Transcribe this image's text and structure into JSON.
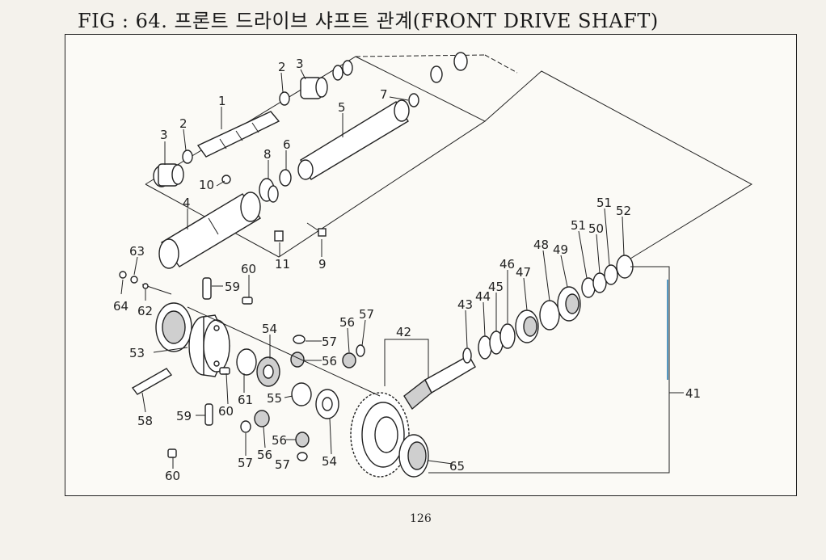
{
  "title": "FIG : 64. 프론트 드라이브 샤프트 관계(FRONT DRIVE SHAFT)",
  "page_number": "126",
  "callouts": {
    "c1": "1",
    "c2a": "2",
    "c2b": "2",
    "c3a": "3",
    "c3b": "3",
    "c4": "4",
    "c5": "5",
    "c6": "6",
    "c7": "7",
    "c8": "8",
    "c9": "9",
    "c10": "10",
    "c11": "11",
    "c41": "41",
    "c42": "42",
    "c43": "43",
    "c44": "44",
    "c45": "45",
    "c46": "46",
    "c47": "47",
    "c48": "48",
    "c49": "49",
    "c50": "50",
    "c51a": "51",
    "c51b": "51",
    "c52": "52",
    "c53": "53",
    "c54a": "54",
    "c54b": "54",
    "c55": "55",
    "c56a": "56",
    "c56b": "56",
    "c56c": "56",
    "c56d": "56",
    "c57a": "57",
    "c57b": "57",
    "c57c": "57",
    "c57d": "57",
    "c58": "58",
    "c59a": "59",
    "c59b": "59",
    "c60a": "60",
    "c60b": "60",
    "c60c": "60",
    "c61": "61",
    "c62": "62",
    "c63": "63",
    "c64": "64",
    "c65": "65"
  }
}
